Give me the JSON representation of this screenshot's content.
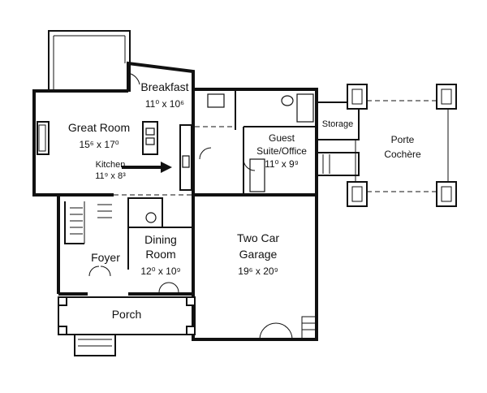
{
  "rooms": {
    "breakfast": {
      "name": "Breakfast",
      "dims": "11⁰ x 10⁶"
    },
    "great_room": {
      "name": "Great Room",
      "dims": "15⁶ x 17⁰"
    },
    "kitchen": {
      "name": "Kitchen",
      "dims": "11⁹ x 8³"
    },
    "guest_suite": {
      "name_line1": "Guest",
      "name_line2": "Suite/Office",
      "dims": "11⁰ x 9⁹"
    },
    "storage": {
      "name": "Storage"
    },
    "porte_cochere": {
      "name_line1": "Porte",
      "name_line2": "Cochère"
    },
    "dining_room": {
      "name_line1": "Dining",
      "name_line2": "Room",
      "dims": "12⁰ x 10⁹"
    },
    "foyer": {
      "name": "Foyer"
    },
    "two_car_garage": {
      "name_line1": "Two Car",
      "name_line2": "Garage",
      "dims": "19⁶ x 20⁹"
    },
    "porch": {
      "name": "Porch"
    }
  }
}
